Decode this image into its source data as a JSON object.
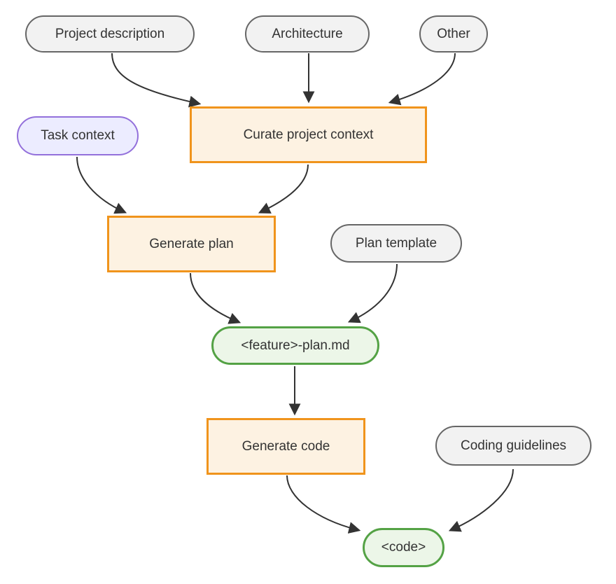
{
  "diagram": {
    "type": "flowchart",
    "direction": "top-down",
    "background": "#ffffff",
    "nodes": {
      "project_description": {
        "label": "Project description",
        "shape": "pill",
        "variant": "gray"
      },
      "architecture": {
        "label": "Architecture",
        "shape": "pill",
        "variant": "gray"
      },
      "other": {
        "label": "Other",
        "shape": "pill",
        "variant": "gray"
      },
      "task_context": {
        "label": "Task context",
        "shape": "pill",
        "variant": "purple"
      },
      "curate_project_context": {
        "label": "Curate project context",
        "shape": "rect",
        "variant": "orange"
      },
      "generate_plan": {
        "label": "Generate plan",
        "shape": "rect",
        "variant": "orange"
      },
      "plan_template": {
        "label": "Plan template",
        "shape": "pill",
        "variant": "gray"
      },
      "feature_plan_md": {
        "label": "<feature>-plan.md",
        "shape": "pill",
        "variant": "green"
      },
      "generate_code": {
        "label": "Generate code",
        "shape": "rect",
        "variant": "orange"
      },
      "coding_guidelines": {
        "label": "Coding guidelines",
        "shape": "pill",
        "variant": "gray"
      },
      "code": {
        "label": "<code>",
        "shape": "pill",
        "variant": "green"
      }
    },
    "edges": [
      {
        "from": "project_description",
        "to": "curate_project_context"
      },
      {
        "from": "architecture",
        "to": "curate_project_context"
      },
      {
        "from": "other",
        "to": "curate_project_context"
      },
      {
        "from": "task_context",
        "to": "generate_plan"
      },
      {
        "from": "curate_project_context",
        "to": "generate_plan"
      },
      {
        "from": "generate_plan",
        "to": "feature_plan_md"
      },
      {
        "from": "plan_template",
        "to": "feature_plan_md"
      },
      {
        "from": "feature_plan_md",
        "to": "generate_code"
      },
      {
        "from": "generate_code",
        "to": "code"
      },
      {
        "from": "coding_guidelines",
        "to": "code"
      }
    ],
    "palette": {
      "node_text": "#333333",
      "edge_stroke": "#333333",
      "gray_fill": "#f2f2f2",
      "gray_stroke": "#666666",
      "purple_fill": "#ececff",
      "purple_stroke": "#9370db",
      "orange_fill": "#fdf2e2",
      "orange_stroke": "#f0941c",
      "green_fill": "#ecf6e8",
      "green_stroke": "#54a245"
    }
  }
}
